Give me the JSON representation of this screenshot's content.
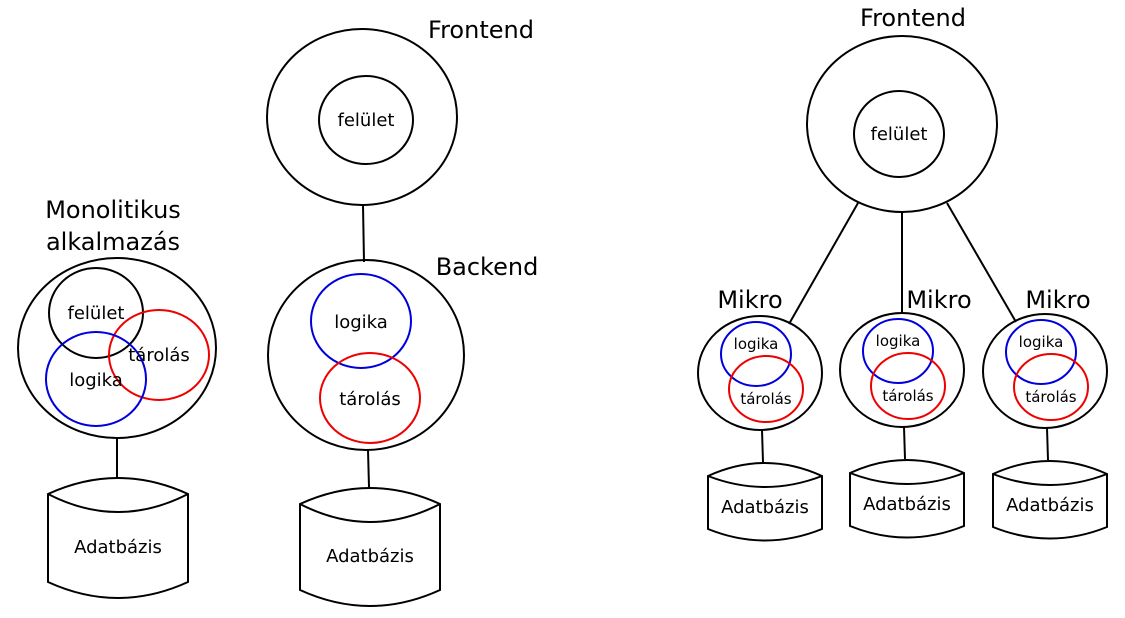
{
  "colors": {
    "outline": "#000000",
    "logika": "#0000dd",
    "tarolas": "#ee0000",
    "background": "#ffffff"
  },
  "monolith": {
    "title_line1": "Monolitikus",
    "title_line2": "alkalmazás",
    "felulet": "felület",
    "logika": "logika",
    "tarolas": "tárolás",
    "db": "Adatbázis"
  },
  "layered": {
    "frontend_title": "Frontend",
    "felulet": "felület",
    "backend_title": "Backend",
    "logika": "logika",
    "tarolas": "tárolás",
    "db": "Adatbázis"
  },
  "micro": {
    "frontend_title": "Frontend",
    "felulet": "felület",
    "services": [
      {
        "title": "Mikro",
        "logika": "logika",
        "tarolas": "tárolás",
        "db": "Adatbázis"
      },
      {
        "title": "Mikro",
        "logika": "logika",
        "tarolas": "tárolás",
        "db": "Adatbázis"
      },
      {
        "title": "Mikro",
        "logika": "logika",
        "tarolas": "tárolás",
        "db": "Adatbázis"
      }
    ]
  }
}
